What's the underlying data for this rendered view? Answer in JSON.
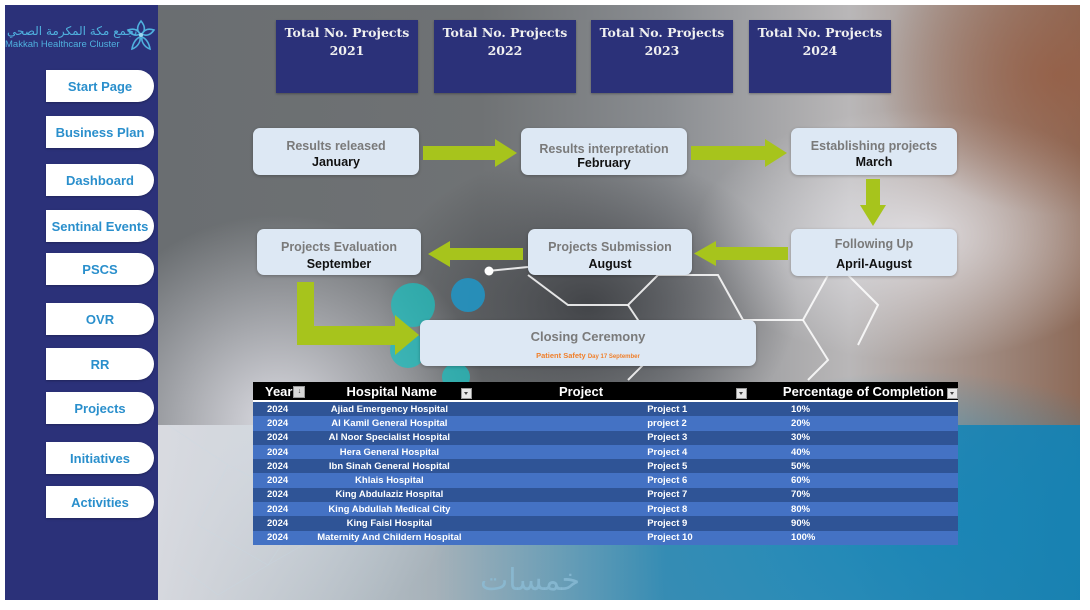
{
  "logo": {
    "arabic": "تجمع مكة المكرمة الصحي",
    "english": "Makkah Healthcare Cluster",
    "icon": "flower-logo-icon"
  },
  "sidebar": {
    "items": [
      {
        "label": "Start Page"
      },
      {
        "label": "Business Plan"
      },
      {
        "label": "Dashboard"
      },
      {
        "label": "Sentinal Events"
      },
      {
        "label": "PSCS"
      },
      {
        "label": "OVR"
      },
      {
        "label": "RR"
      },
      {
        "label": "Projects"
      },
      {
        "label": "Initiatives"
      },
      {
        "label": "Activities"
      }
    ]
  },
  "year_cards": [
    {
      "title": "Total No. Projects",
      "year": "2021"
    },
    {
      "title": "Total No. Projects",
      "year": "2022"
    },
    {
      "title": "Total No. Projects",
      "year": "2023"
    },
    {
      "title": "Total No. Projects",
      "year": "2024"
    }
  ],
  "process": {
    "steps": [
      {
        "title": "Results released",
        "month": "January"
      },
      {
        "title": "Results interpretation",
        "month": "February"
      },
      {
        "title": "Establishing projects",
        "month": "March"
      },
      {
        "title": "Following Up",
        "month": "April-August"
      },
      {
        "title": "Projects Submission",
        "month": "August"
      },
      {
        "title": "Projects Evaluation",
        "month": "September"
      }
    ],
    "closing": {
      "title": "Closing Ceremony",
      "highlight": "Patient Safety",
      "note": "Day 17 September"
    },
    "arrow_color": "#a7c41c"
  },
  "table": {
    "headers": {
      "year": "Year",
      "hospital": "Hospital Name",
      "project": "Project",
      "completion": "Percentage of Completion"
    },
    "rows": [
      {
        "year": "2024",
        "hospital": "Ajiad Emergency Hospital",
        "project": "Project 1",
        "completion": "10%"
      },
      {
        "year": "2024",
        "hospital": "Al Kamil General Hospital",
        "project": "project 2",
        "completion": "20%"
      },
      {
        "year": "2024",
        "hospital": "Al Noor Specialist Hospital",
        "project": "Project 3",
        "completion": "30%"
      },
      {
        "year": "2024",
        "hospital": "Hera General Hospital",
        "project": "Project 4",
        "completion": "40%"
      },
      {
        "year": "2024",
        "hospital": "Ibn Sinah General Hospital",
        "project": "Project 5",
        "completion": "50%"
      },
      {
        "year": "2024",
        "hospital": "Khlais Hospital",
        "project": "Project 6",
        "completion": "60%"
      },
      {
        "year": "2024",
        "hospital": "King Abdulaziz Hospital",
        "project": "Project 7",
        "completion": "70%"
      },
      {
        "year": "2024",
        "hospital": "King Abdullah Medical City",
        "project": "Project 8",
        "completion": "80%"
      },
      {
        "year": "2024",
        "hospital": "King Faisl Hospital",
        "project": "Project 9",
        "completion": "90%"
      },
      {
        "year": "2024",
        "hospital": "Maternity And Childern Hospital",
        "project": "Project 10",
        "completion": "100%"
      }
    ]
  },
  "watermark": "خمسات",
  "colors": {
    "sidebar_bg": "#2b3179",
    "nav_text": "#2a8fcc",
    "card_bg": "#2b3179",
    "step_bg": "#dde8f4",
    "row_dark": "#2f5496",
    "row_light": "#4472c4",
    "closing_highlight": "#f07f2a"
  }
}
